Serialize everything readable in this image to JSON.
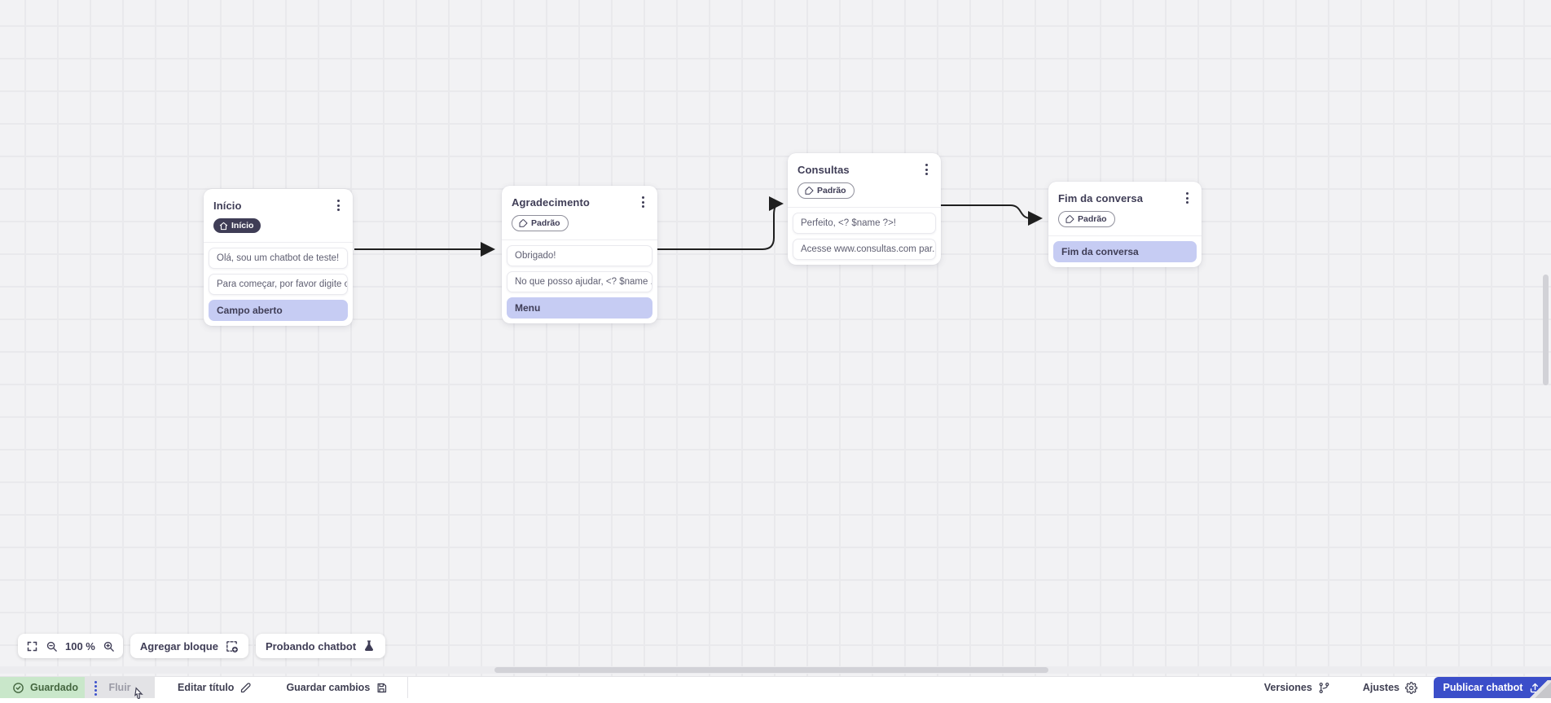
{
  "canvas": {
    "nodes": [
      {
        "title": "Início",
        "badge": {
          "label": "Início",
          "icon": "home-icon",
          "style": "dark"
        },
        "items": [
          {
            "text": "Olá, sou um chatbot de teste!",
            "type": "message"
          },
          {
            "text": "Para começar, por favor digite o ...",
            "type": "message"
          },
          {
            "text": "Campo aberto",
            "type": "action"
          }
        ]
      },
      {
        "title": "Agradecimento",
        "badge": {
          "label": "Padrão",
          "icon": "tag-icon",
          "style": "outline"
        },
        "items": [
          {
            "text": "Obrigado!",
            "type": "message"
          },
          {
            "text": "No que posso ajudar, <? $name ...",
            "type": "message"
          },
          {
            "text": "Menu",
            "type": "action"
          }
        ]
      },
      {
        "title": "Consultas",
        "badge": {
          "label": "Padrão",
          "icon": "tag-icon",
          "style": "outline"
        },
        "items": [
          {
            "text": "Perfeito, <? $name ?>!",
            "type": "message"
          },
          {
            "text": "Acesse www.consultas.com par...",
            "type": "message"
          }
        ]
      },
      {
        "title": "Fim da conversa",
        "badge": {
          "label": "Padrão",
          "icon": "tag-icon",
          "style": "outline"
        },
        "items": [
          {
            "text": "Fim da conversa",
            "type": "action"
          }
        ]
      }
    ]
  },
  "view_controls": {
    "zoom_level": "100 %"
  },
  "toolbar": {
    "add_block_label": "Agregar bloque",
    "test_chatbot_label": "Probando chatbot"
  },
  "status_bar": {
    "saved_label": "Guardado",
    "flow_tab_label": "Fluir",
    "edit_title_label": "Editar título",
    "save_changes_label": "Guardar cambios",
    "versions_label": "Versiones",
    "settings_label": "Ajustes",
    "publish_label": "Publicar chatbot"
  },
  "colors": {
    "accent_blue": "#3b4ec9",
    "saved_green_bg": "#c9e7ca",
    "highlight_lavender": "#c6ccf3",
    "node_dark": "#3f3d56",
    "canvas_bg": "#f2f2f4",
    "edge_black": "#1f1f1f"
  }
}
